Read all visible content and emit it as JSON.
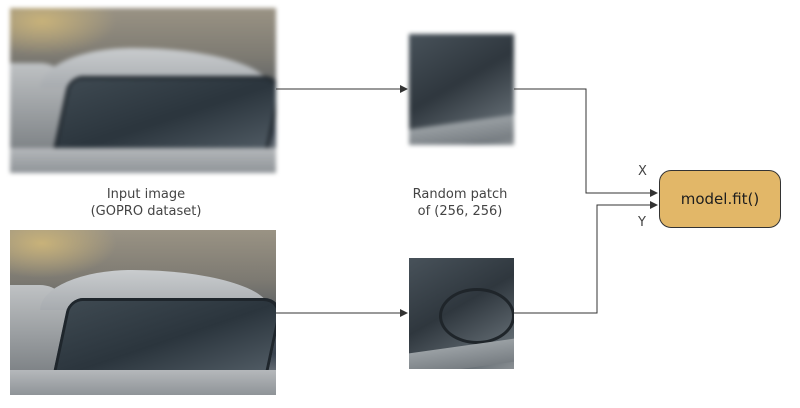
{
  "input_label": {
    "line1": "Input image",
    "line2": "(GOPRO dataset)"
  },
  "patch_label": {
    "line1": "Random patch",
    "line2": "of (256, 256)"
  },
  "x_label": "X",
  "y_label": "Y",
  "model_label": "model.fit()",
  "colors": {
    "model_box": "#e2b768",
    "arrow": "#333333",
    "text": "#444444"
  }
}
